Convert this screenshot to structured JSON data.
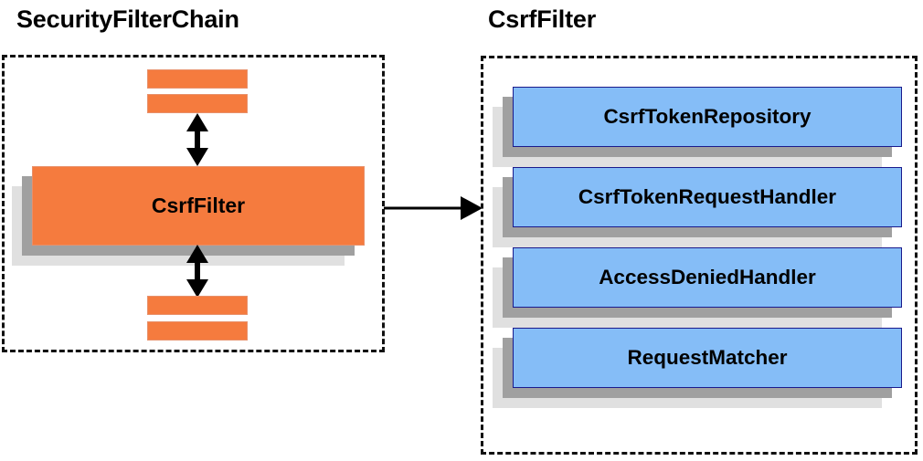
{
  "panels": [
    {
      "id": "security-filter-chain",
      "title": "SecurityFilterChain",
      "main_box_label": "CsrfFilter",
      "filler_bars": 4
    },
    {
      "id": "csrf-filter",
      "title": "CsrfFilter",
      "collaborators": [
        {
          "label": "CsrfTokenRepository"
        },
        {
          "label": "CsrfTokenRequestHandler"
        },
        {
          "label": "AccessDeniedHandler"
        },
        {
          "label": "RequestMatcher"
        }
      ]
    }
  ],
  "connector": {
    "from": "CsrfFilter",
    "to": "CsrfFilter collaborators",
    "style": "single-headed-arrow"
  },
  "internal_arrows": [
    {
      "name": "filter-chain-upstream-arrow",
      "style": "double-headed-vertical"
    },
    {
      "name": "filter-chain-downstream-arrow",
      "style": "double-headed-vertical"
    }
  ],
  "colors": {
    "orange_fill": "#F57B3E",
    "orange_border": "#E8906A",
    "blue_fill": "#85BDF7",
    "blue_border": "#1A1A8C",
    "shadow_dark": "#A0A0A0",
    "shadow_light": "#E0E0E0",
    "outline_dashed": "#111111",
    "text": "#000000",
    "background": "#FFFFFF"
  }
}
